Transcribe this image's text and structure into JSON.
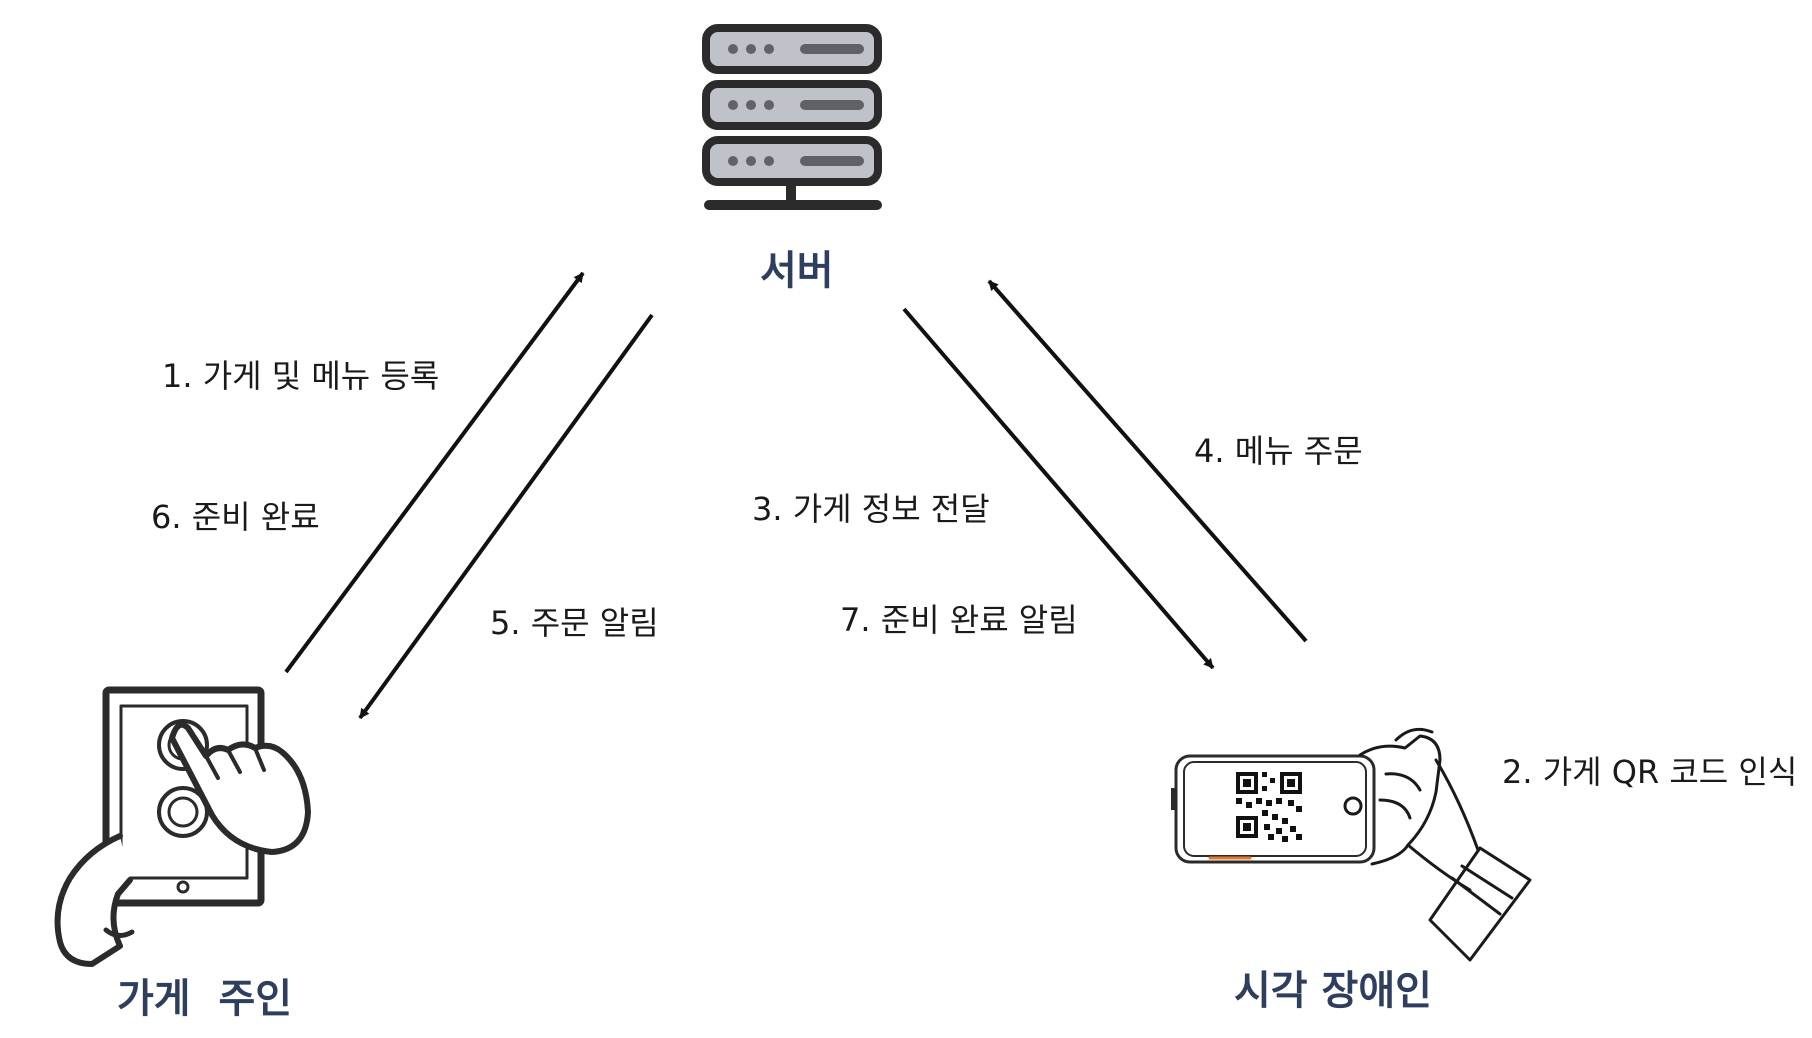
{
  "nodes": {
    "server": {
      "label": "서버",
      "icon": "server-icon"
    },
    "store_owner": {
      "label": "가게  주인",
      "icon": "tablet-touch-icon"
    },
    "visually_impaired": {
      "label": "시각 장애인",
      "icon": "phone-qr-scan-icon"
    }
  },
  "steps": {
    "s1": "1. 가게 및 메뉴 등록",
    "s2": "2. 가게 QR 코드 인식",
    "s3": "3. 가게 정보 전달",
    "s4": "4. 메뉴 주문",
    "s5": "5. 주문 알림",
    "s6": "6. 준비 완료",
    "s7": "7. 준비 완료 알림"
  },
  "colors": {
    "label": "#2d3e5f",
    "stroke": "#2b2b2b",
    "server_fill": "#bfc3c9",
    "server_dot": "#5f6368",
    "accent_orange": "#e07a2a"
  }
}
